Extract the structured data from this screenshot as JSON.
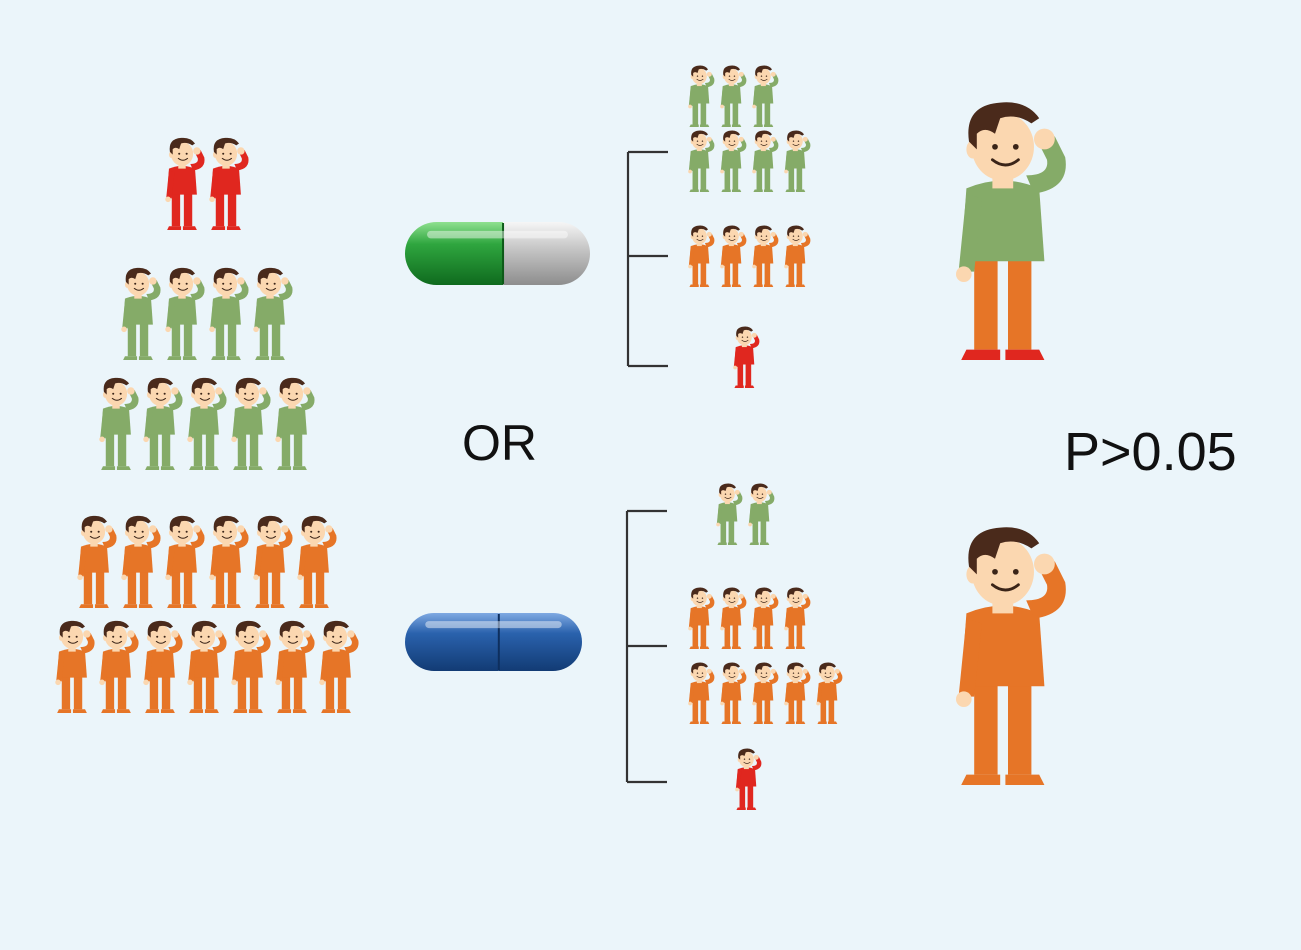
{
  "labels": {
    "or": "OR",
    "p_value": "P>0.05"
  },
  "colors": {
    "background": "#ebf5fa",
    "red": "#e0271f",
    "green": "#85ab68",
    "orange": "#e67527",
    "skin": "#fbd7b0",
    "hair": "#4a2a1b",
    "bracket": "#333333",
    "pill_green": "#2d9e3e",
    "pill_grey": "#c9c9c9",
    "pill_blue": "#2763ad",
    "shoe": "#e0271f"
  },
  "population": {
    "rows": [
      {
        "color": "red",
        "count": 2
      },
      {
        "color": "green",
        "count": 4
      },
      {
        "color": "green",
        "count": 5
      },
      {
        "color": "orange",
        "count": 6
      },
      {
        "color": "orange",
        "count": 7
      }
    ]
  },
  "treatments": [
    {
      "pill": "green-grey-capsule",
      "outcomes": [
        {
          "color": "green",
          "rows": [
            3,
            4
          ]
        },
        {
          "color": "orange",
          "rows": [
            4
          ]
        },
        {
          "color": "red",
          "rows": [
            1
          ]
        }
      ],
      "summary_person": {
        "top": "green",
        "bottom": "orange"
      }
    },
    {
      "pill": "blue-capsule",
      "outcomes": [
        {
          "color": "green",
          "rows": [
            2
          ]
        },
        {
          "color": "orange",
          "rows": [
            4,
            5
          ]
        },
        {
          "color": "red",
          "rows": [
            1
          ]
        }
      ],
      "summary_person": {
        "top": "orange",
        "bottom": "orange"
      }
    }
  ]
}
